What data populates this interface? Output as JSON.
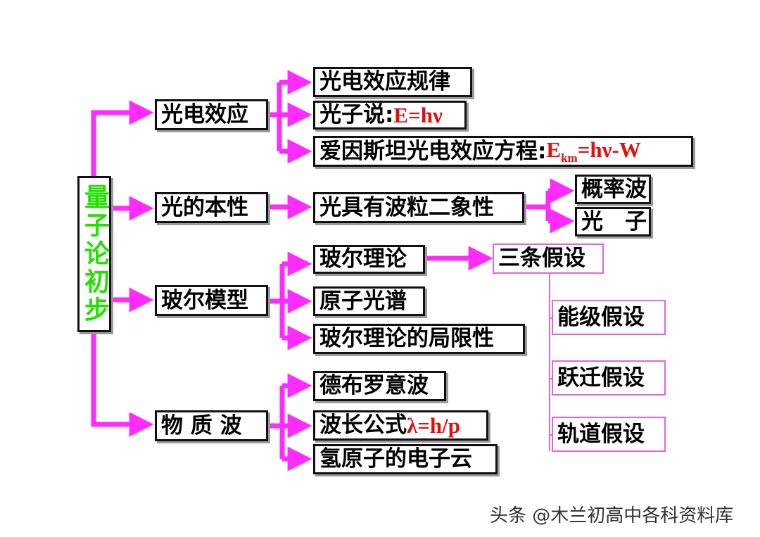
{
  "root": "量子论初步",
  "branches": {
    "photoelectric": "光电效应",
    "nature_of_light": "光的本性",
    "bohr_model": "玻尔模型",
    "matter_wave": "物 质 波"
  },
  "photoelectric_children": {
    "law": "光电效应规律",
    "photon_prefix": "光子说:",
    "photon_formula": "E=hν",
    "einstein_prefix": "爱因斯坦光电效应方程:",
    "einstein_E": "E",
    "einstein_sub": "km",
    "einstein_rest": "=hν-W"
  },
  "nature_children": {
    "duality": "光具有波粒二象性",
    "probability_wave": "概率波",
    "photon": "光　子"
  },
  "bohr_children": {
    "theory": "玻尔理论",
    "spectrum": "原子光谱",
    "limitations": "玻尔理论的局限性",
    "three_hypotheses": "三条假设",
    "energy_level": "能级假设",
    "transition": "跃迁假设",
    "orbit": "轨道假设"
  },
  "matter_children": {
    "de_broglie": "德布罗意波",
    "wavelength_prefix": "波长公式",
    "wavelength_formula": "λ=h/p",
    "electron_cloud": "氢原子的电子云"
  },
  "watermark": "头条 @木兰初高中各科资料库",
  "colors": {
    "connector": "#ff2bff",
    "root_text": "#22e000",
    "formula": "#e01010",
    "box_border": "#111111"
  }
}
